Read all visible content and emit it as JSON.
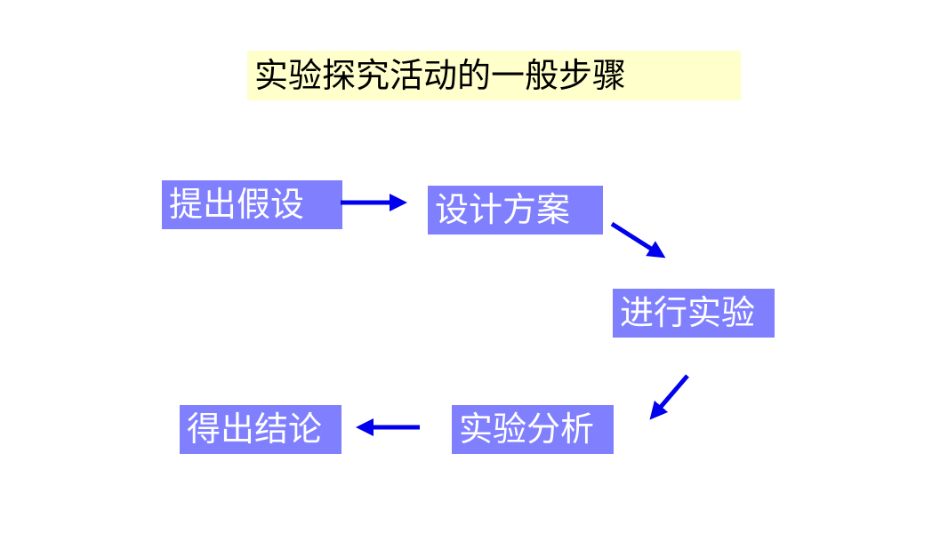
{
  "title": "实验探究活动的一般步骤",
  "steps": [
    "提出假设",
    "设计方案",
    "进行实验",
    "实验分析",
    "得出结论"
  ],
  "colors": {
    "box": "#8080ff",
    "arrow": "#0000ee",
    "title_bg": "#ffffcc"
  }
}
